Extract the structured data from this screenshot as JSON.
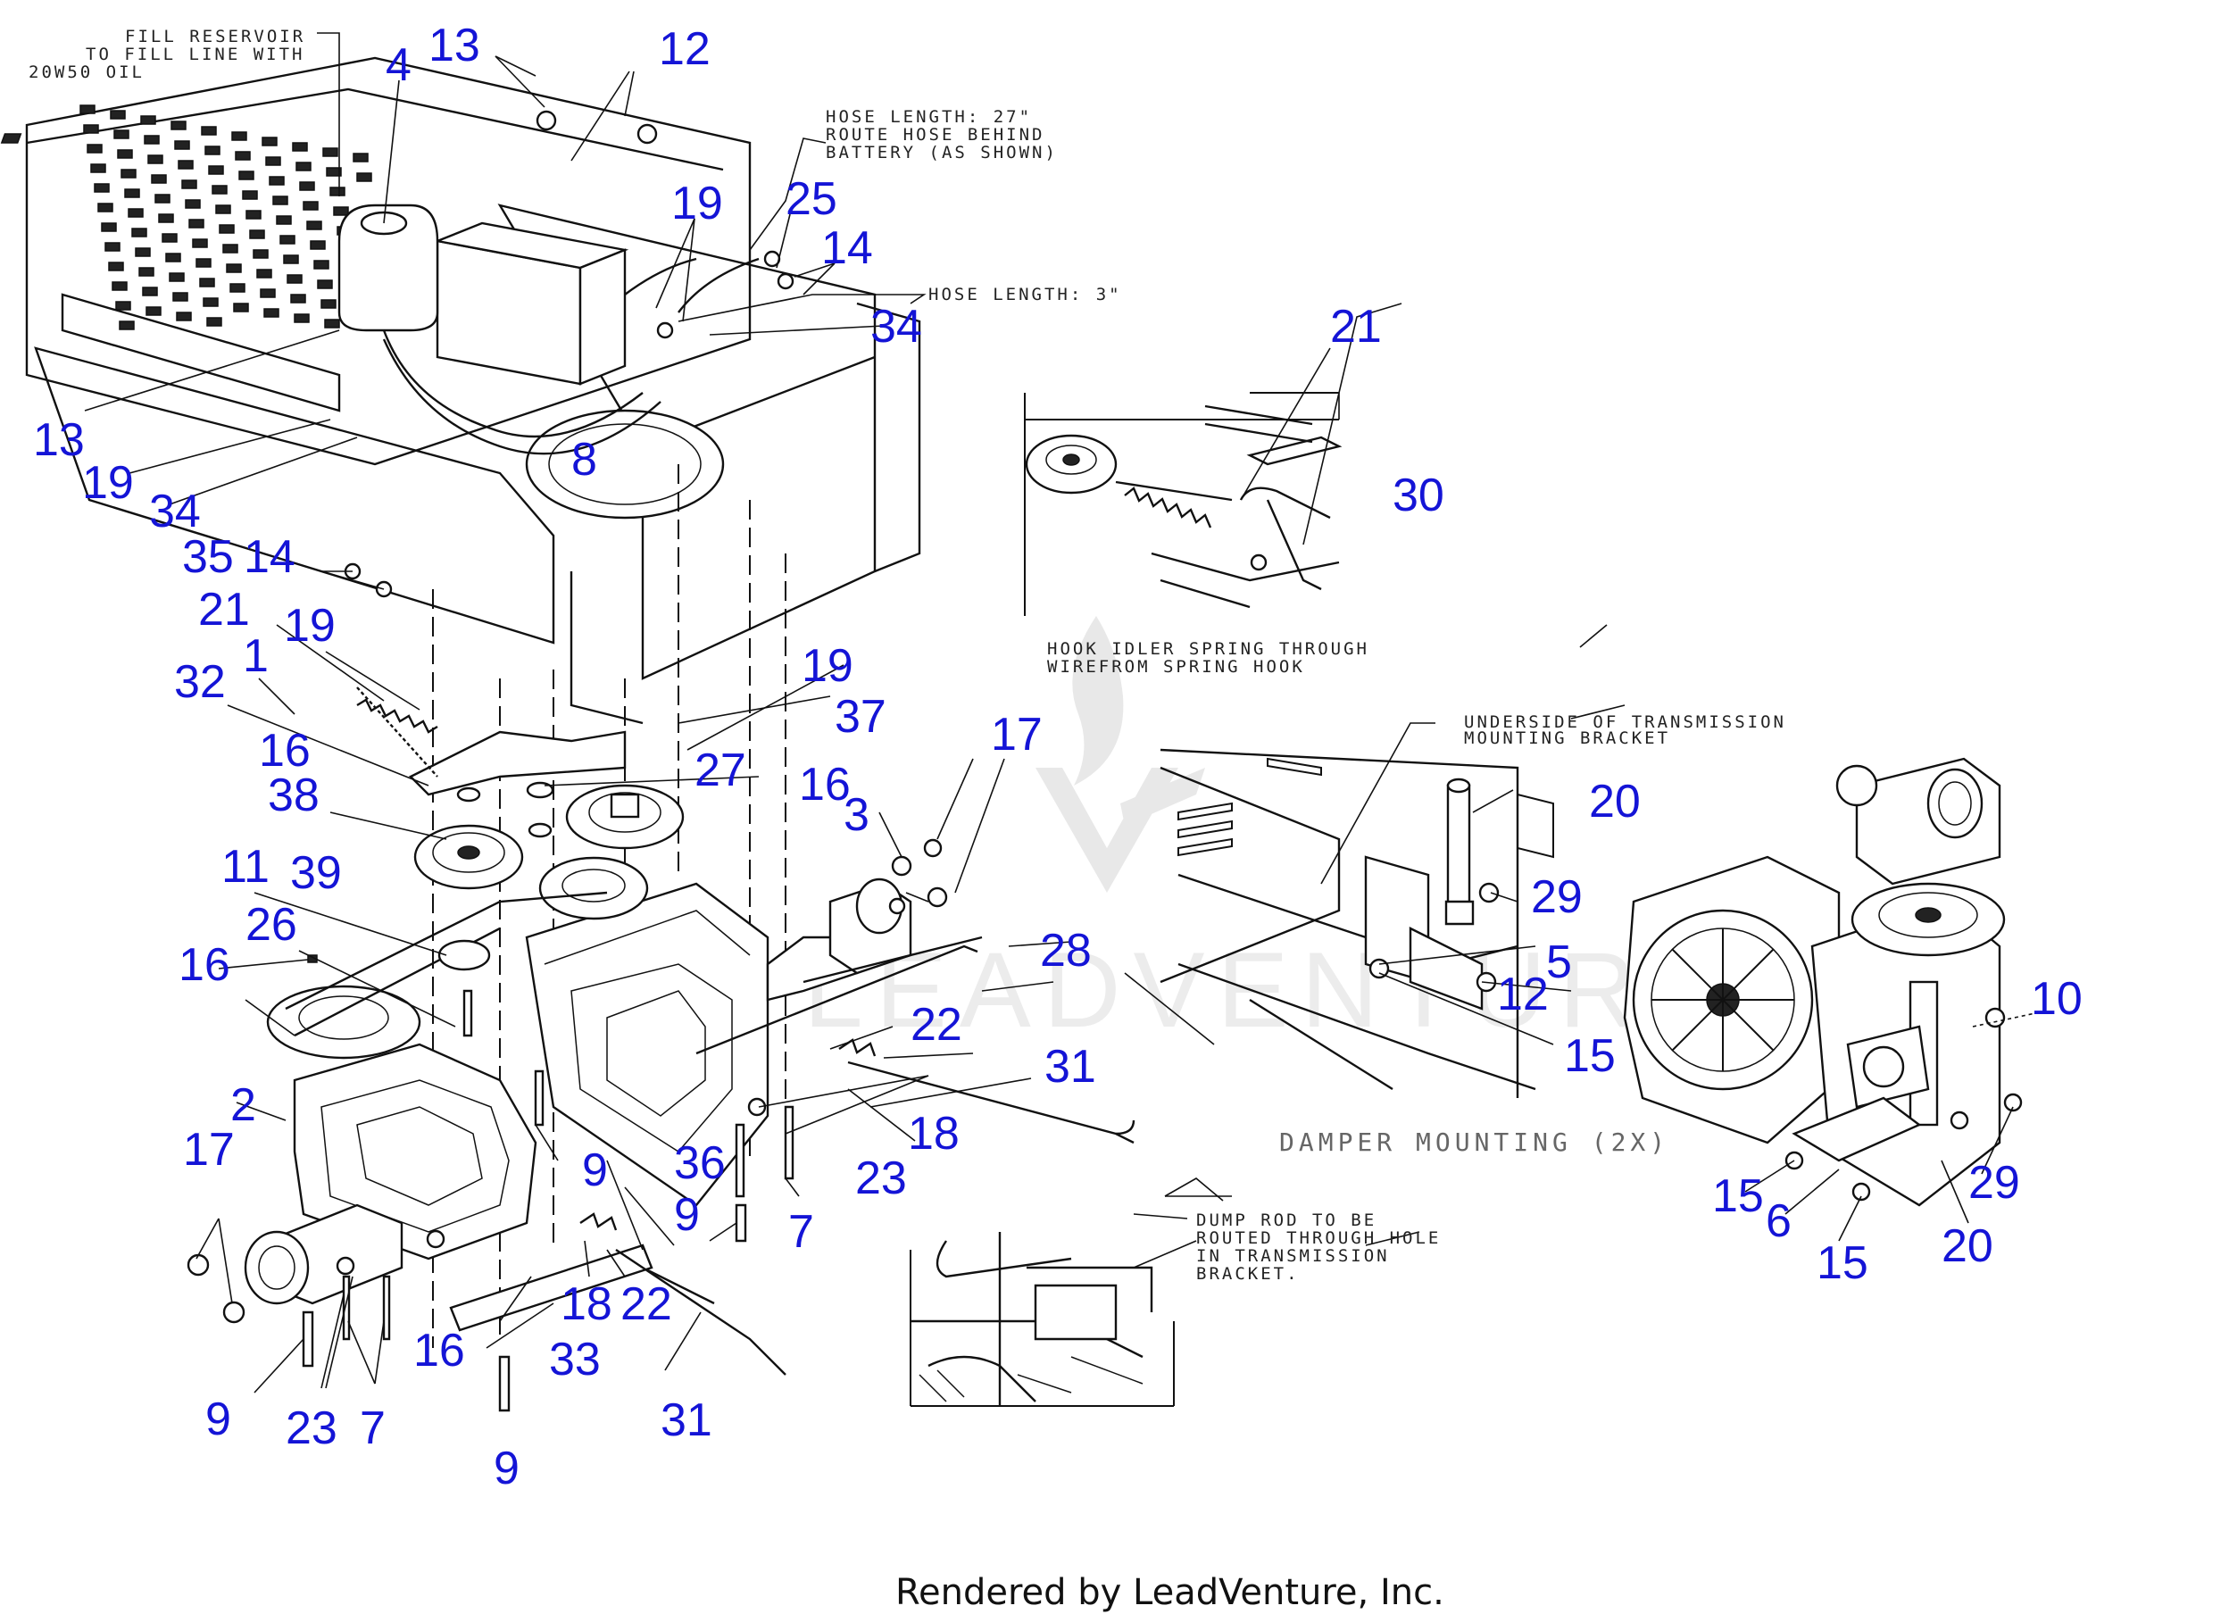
{
  "notes": {
    "fill_reservoir": [
      "FILL RESERVOIR",
      "TO FILL LINE WITH",
      "20W50 OIL"
    ],
    "hose_27": [
      "HOSE LENGTH: 27\"",
      "ROUTE HOSE BEHIND",
      "BATTERY (AS SHOWN)"
    ],
    "hose_3": "HOSE LENGTH: 3\"",
    "hook_idler": [
      "HOOK IDLER SPRING THROUGH",
      "WIREFROM SPRING HOOK"
    ],
    "underside": [
      "UNDERSIDE OF TRANSMISSION",
      "MOUNTING BRACKET"
    ],
    "damper_mounting": "DAMPER MOUNTING (2X)",
    "dump_rod": [
      "DUMP ROD TO BE",
      "ROUTED THROUGH HOLE",
      "IN TRANSMISSION",
      "BRACKET."
    ]
  },
  "callouts": {
    "c13a": "13",
    "c12a": "12",
    "c4": "4",
    "c19a": "19",
    "c25": "25",
    "c14a": "14",
    "c34a": "34",
    "c21a": "21",
    "c30": "30",
    "c13b": "13",
    "c19b": "19",
    "c34b": "34",
    "c8": "8",
    "c35": "35",
    "c14b": "14",
    "c21b": "21",
    "c19c": "19",
    "c1": "1",
    "c32": "32",
    "c16a": "16",
    "c19d": "19",
    "c37": "37",
    "c27": "27",
    "c38": "38",
    "c16b": "16",
    "c3": "3",
    "c17a": "17",
    "c20a": "20",
    "c29a": "29",
    "c11": "11",
    "c39": "39",
    "c26": "26",
    "c28": "28",
    "c5": "5",
    "c12b": "12",
    "c10": "10",
    "c16c": "16",
    "c15a": "15",
    "c22a": "22",
    "c31a": "31",
    "c2": "2",
    "c9a": "9",
    "c36": "36",
    "c18a": "18",
    "c23a": "23",
    "c17b": "17",
    "c9b": "9",
    "c7a": "7",
    "c15b": "15",
    "c6": "6",
    "c29b": "29",
    "c15c": "15",
    "c20b": "20",
    "c18b": "18",
    "c22b": "22",
    "c16d": "16",
    "c33": "33",
    "c9c": "9",
    "c23b": "23",
    "c7b": "7",
    "c31b": "31",
    "c9d": "9"
  },
  "watermark": "LEADVENTURE",
  "footer": "Rendered by LeadVenture, Inc."
}
